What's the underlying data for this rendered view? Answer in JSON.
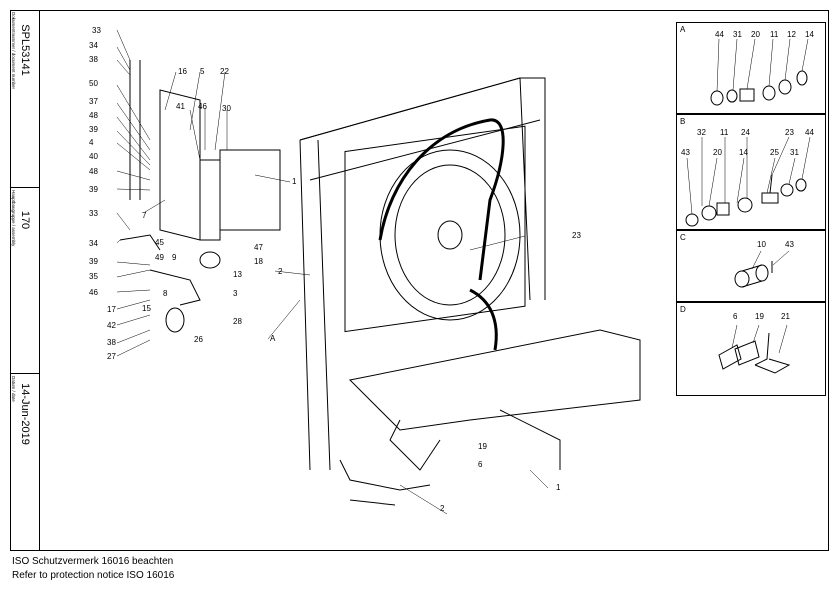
{
  "title_block": {
    "document_number_caption": "Dokumentnummer / document number",
    "document_number": "SPL53141",
    "assembly_caption": "Hauptbaugruppe / assembly",
    "assembly": "170",
    "date_caption": "Datum / date",
    "date": "14-Jun-2019"
  },
  "detail_panels": [
    {
      "letter": "A",
      "labels": [
        "44",
        "31",
        "20",
        "11",
        "12",
        "14"
      ]
    },
    {
      "letter": "B",
      "labels": [
        "32",
        "11",
        "24",
        "23",
        "44",
        "43",
        "20",
        "14",
        "25",
        "31"
      ]
    },
    {
      "letter": "C",
      "labels": [
        "10",
        "43"
      ]
    },
    {
      "letter": "D",
      "labels": [
        "6",
        "19",
        "21"
      ]
    }
  ],
  "callouts_left": [
    "33",
    "34",
    "38",
    "50",
    "37",
    "48",
    "39",
    "4",
    "40",
    "48",
    "39",
    "33",
    "34",
    "39",
    "35",
    "46",
    "17",
    "42",
    "38",
    "27",
    "16",
    "5",
    "22",
    "41",
    "46",
    "30",
    "7",
    "45",
    "49",
    "9",
    "8",
    "15",
    "26",
    "28",
    "3",
    "13",
    "47",
    "18",
    "1",
    "2",
    "A"
  ],
  "callouts_right": [
    "23",
    "19",
    "6",
    "1",
    "2"
  ],
  "notices": [
    "ISO Schutzvermerk 16016 beachten",
    "Refer to protection notice ISO 16016"
  ]
}
